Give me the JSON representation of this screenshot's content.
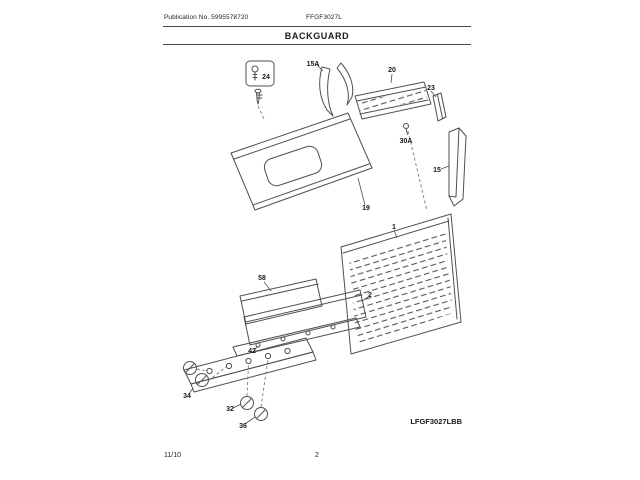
{
  "header": {
    "publication": "Publication No. 5995578720",
    "model": "FFGF3027L",
    "title": "BACKGUARD"
  },
  "diagram": {
    "variant_label": "LFGF3027LBB",
    "callouts": [
      {
        "label": "24"
      },
      {
        "label": "15A"
      },
      {
        "label": "20"
      },
      {
        "label": "23"
      },
      {
        "label": "30A"
      },
      {
        "label": "15"
      },
      {
        "label": "19"
      },
      {
        "label": "1"
      },
      {
        "label": "58"
      },
      {
        "label": "2"
      },
      {
        "label": "42"
      },
      {
        "label": "34"
      },
      {
        "label": "32"
      },
      {
        "label": "36"
      }
    ]
  },
  "footer": {
    "date": "11/10",
    "page": "2"
  }
}
